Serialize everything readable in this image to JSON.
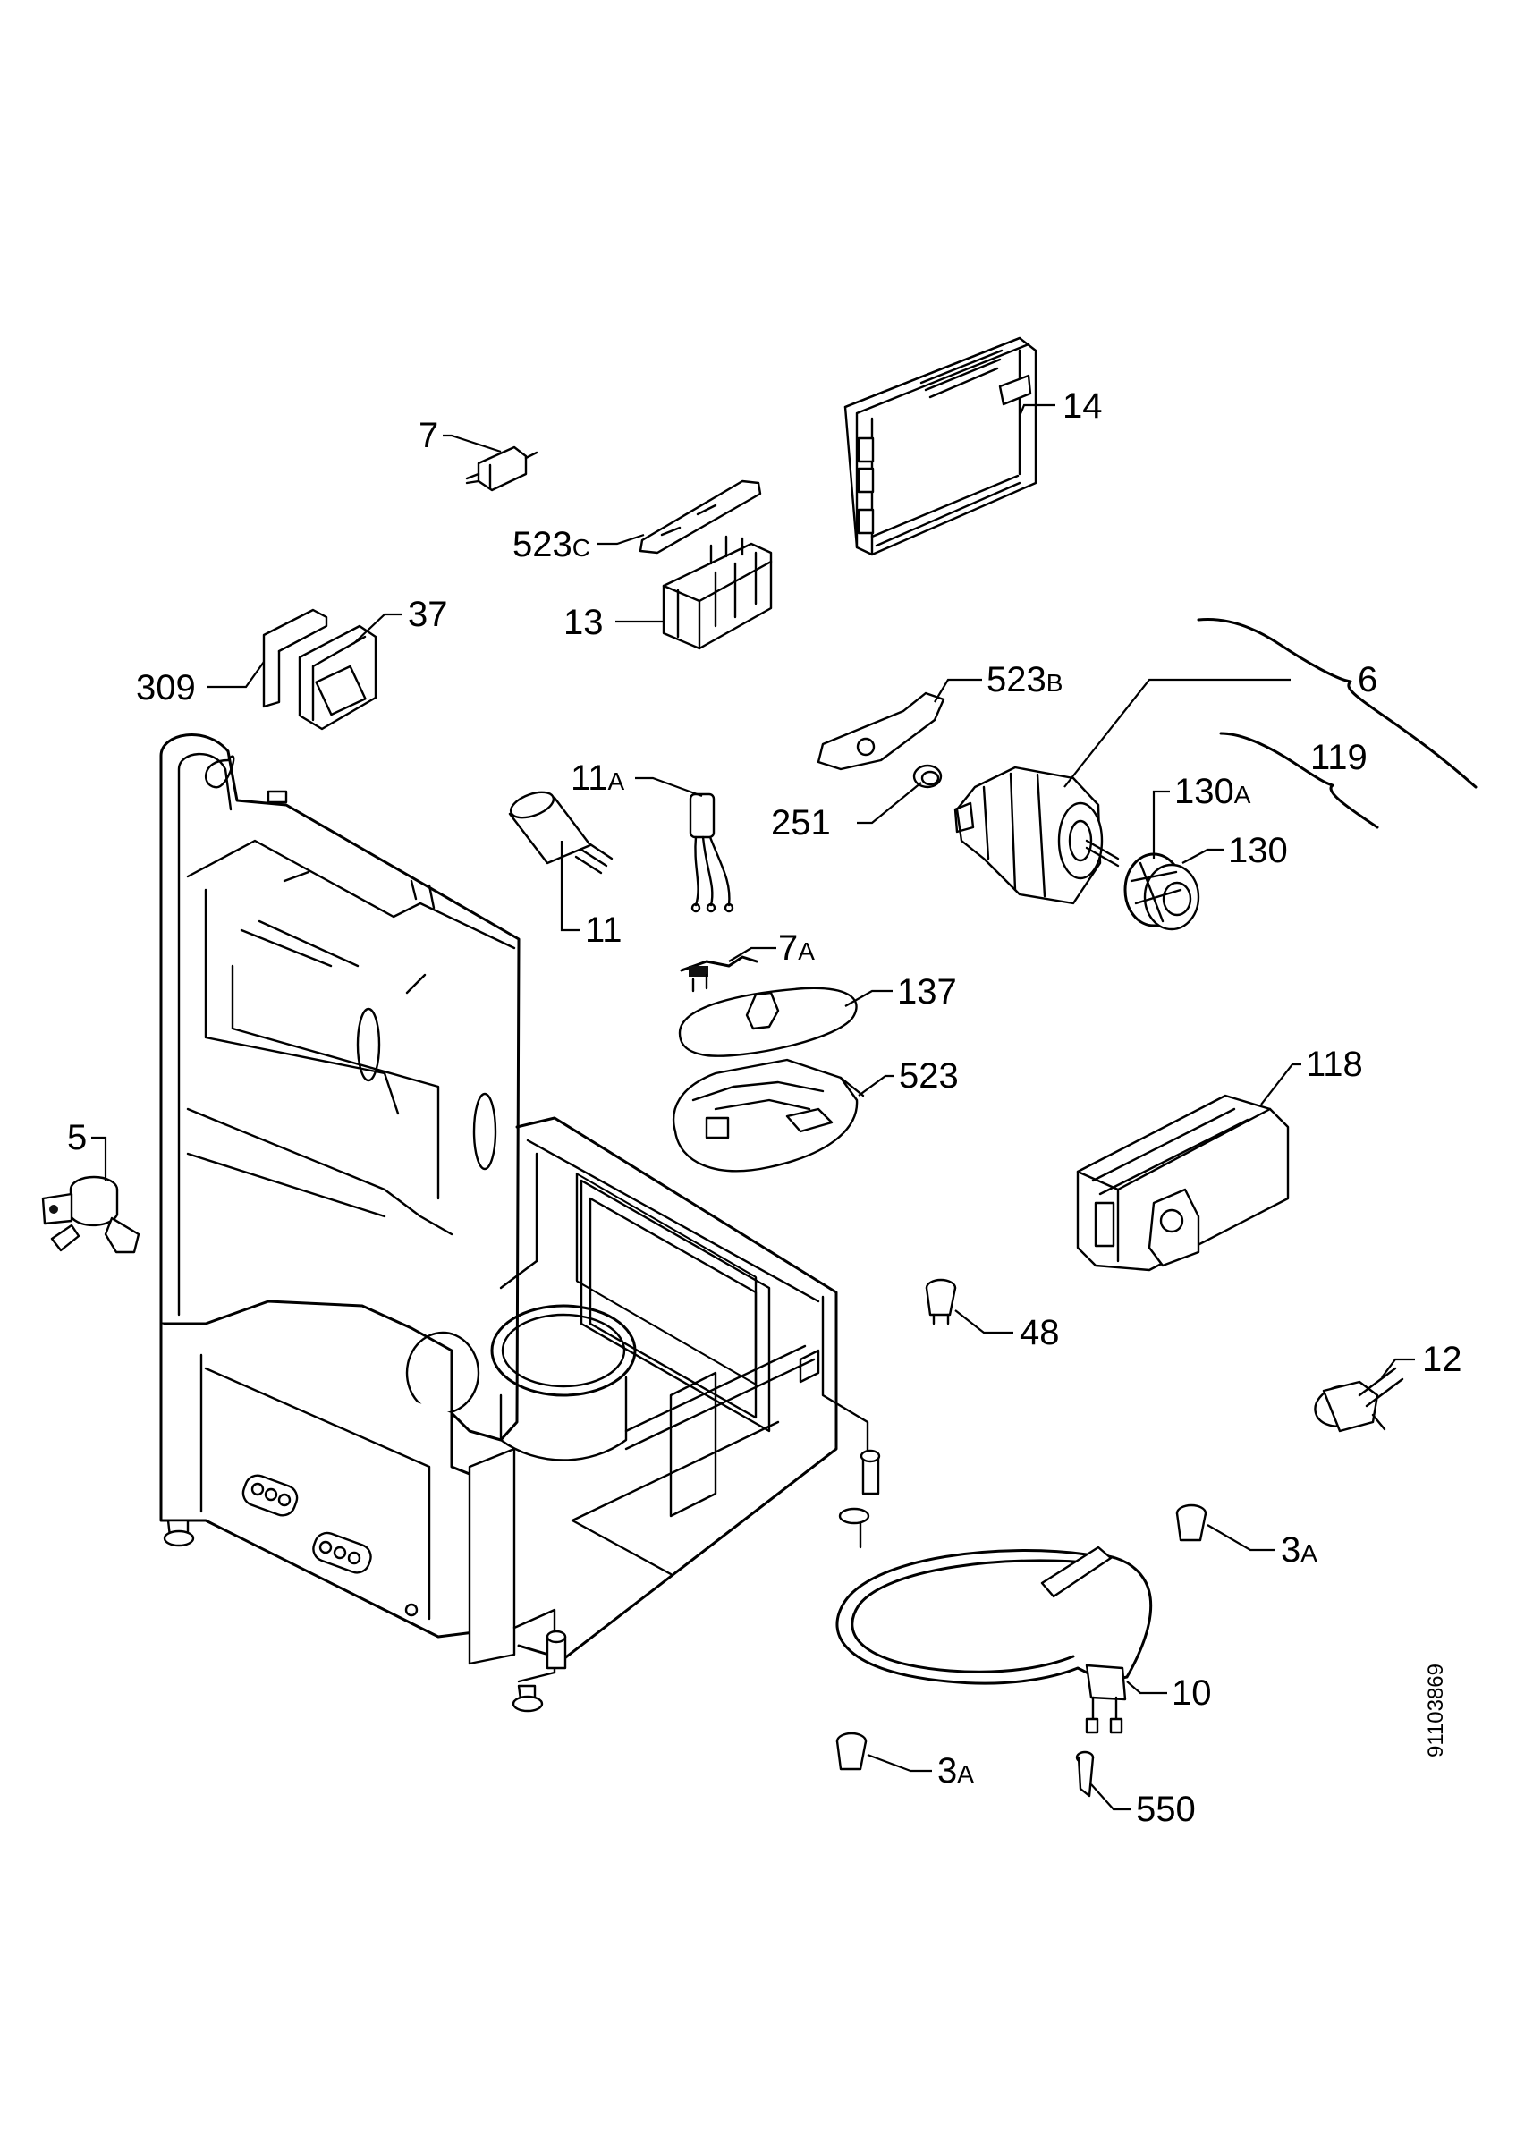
{
  "diagram": {
    "drawing_number": "91103869",
    "callouts": [
      {
        "id": "7",
        "main": "7",
        "suffix": ""
      },
      {
        "id": "14",
        "main": "14",
        "suffix": ""
      },
      {
        "id": "523c",
        "main": "523",
        "suffix": "C"
      },
      {
        "id": "13",
        "main": "13",
        "suffix": ""
      },
      {
        "id": "37",
        "main": "37",
        "suffix": ""
      },
      {
        "id": "309",
        "main": "309",
        "suffix": ""
      },
      {
        "id": "523b",
        "main": "523",
        "suffix": "B"
      },
      {
        "id": "6",
        "main": "6",
        "suffix": ""
      },
      {
        "id": "119",
        "main": "119",
        "suffix": ""
      },
      {
        "id": "11a",
        "main": "11",
        "suffix": "A"
      },
      {
        "id": "251",
        "main": "251",
        "suffix": ""
      },
      {
        "id": "130a",
        "main": "130",
        "suffix": "A"
      },
      {
        "id": "130",
        "main": "130",
        "suffix": ""
      },
      {
        "id": "11",
        "main": "11",
        "suffix": ""
      },
      {
        "id": "7a",
        "main": "7",
        "suffix": "A"
      },
      {
        "id": "137",
        "main": "137",
        "suffix": ""
      },
      {
        "id": "523",
        "main": "523",
        "suffix": ""
      },
      {
        "id": "118",
        "main": "118",
        "suffix": ""
      },
      {
        "id": "5",
        "main": "5",
        "suffix": ""
      },
      {
        "id": "48",
        "main": "48",
        "suffix": ""
      },
      {
        "id": "12",
        "main": "12",
        "suffix": ""
      },
      {
        "id": "3a-right",
        "main": "3",
        "suffix": "A"
      },
      {
        "id": "10",
        "main": "10",
        "suffix": ""
      },
      {
        "id": "3a-bottom",
        "main": "3",
        "suffix": "A"
      },
      {
        "id": "550",
        "main": "550",
        "suffix": ""
      }
    ]
  }
}
